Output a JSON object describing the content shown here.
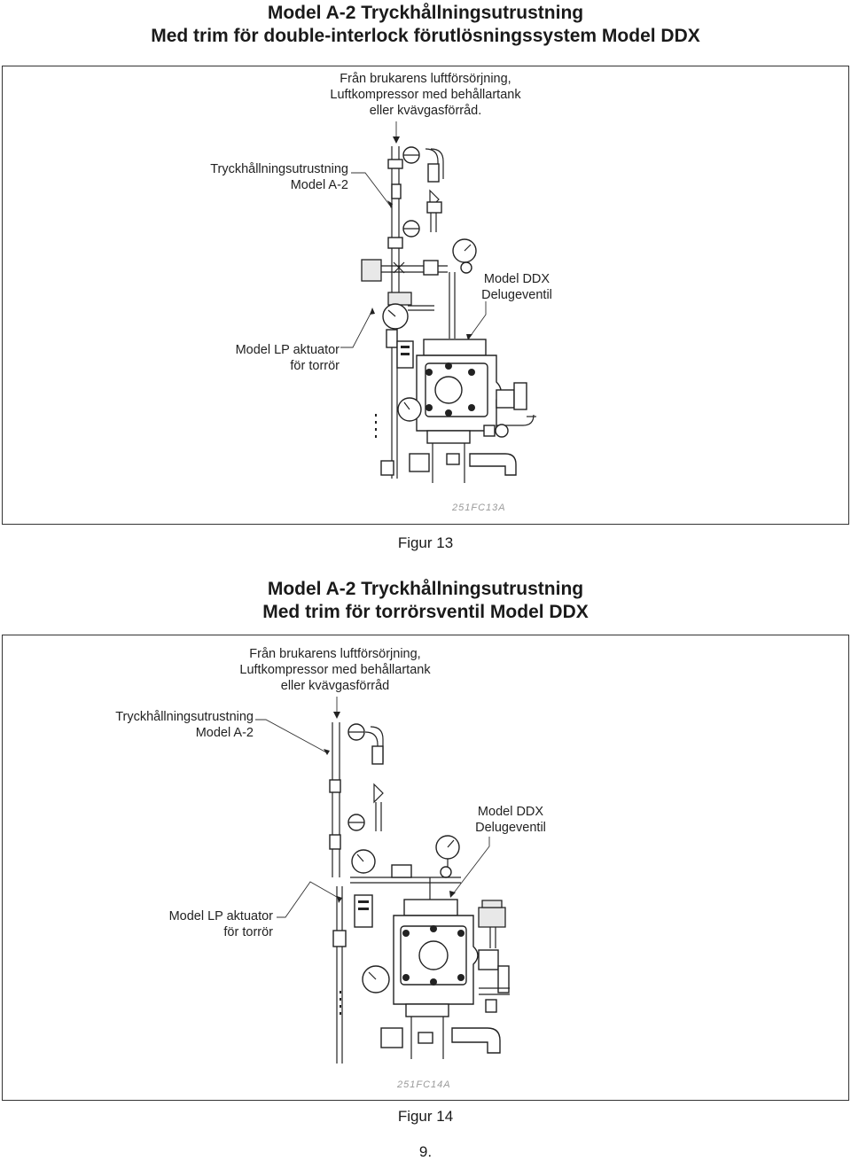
{
  "section1": {
    "title_line1": "Model A-2 Tryckhållningsutrustning",
    "title_line2": "Med trim för double-interlock förutlösningssystem Model DDX",
    "source_line1": "Från brukarens luftförsörjning,",
    "source_line2": "Luftkompressor med behållartank",
    "source_line3": "eller kvävgasförråd.",
    "a2_line1": "Tryckhållningsutrustning",
    "a2_line2": "Model A-2",
    "ddx_line1": "Model DDX",
    "ddx_line2": "Delugeventil",
    "lp_line1": "Model LP  aktuator",
    "lp_line2": "för torrör",
    "drawing_code": "251FC13A",
    "figure_caption": "Figur 13"
  },
  "section2": {
    "title_line1": "Model A-2 Tryckhållningsutrustning",
    "title_line2": "Med trim för torrörsventil Model DDX",
    "source_line1": "Från brukarens luftförsörjning,",
    "source_line2": "Luftkompressor med behållartank",
    "source_line3": "eller kvävgasförråd",
    "a2_line1": "Tryckhållningsutrustning",
    "a2_line2": "Model A-2",
    "ddx_line1": "Model DDX",
    "ddx_line2": "Delugeventil",
    "lp_line1": "Model LP  aktuator",
    "lp_line2": "för torrör",
    "drawing_code": "251FC14A",
    "figure_caption": "Figur 14"
  },
  "page_number": "9."
}
